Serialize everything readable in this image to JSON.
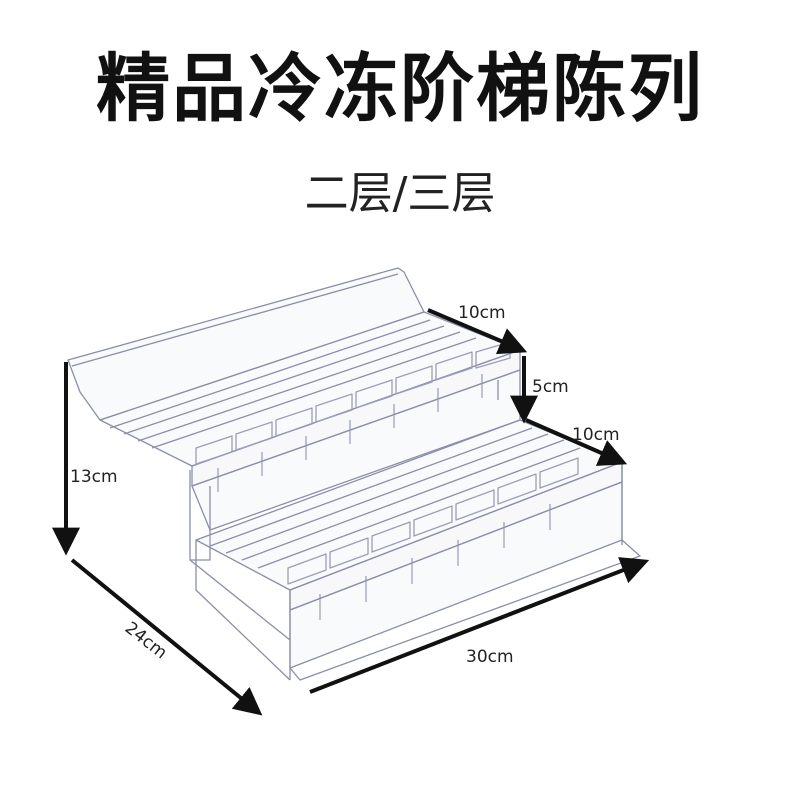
{
  "title": "精品冷冻阶梯陈列",
  "subtitle": "二层/三层",
  "dimensions": {
    "upper_depth": "10cm",
    "step_height": "5cm",
    "lower_depth": "10cm",
    "total_height": "13cm",
    "depth": "24cm",
    "width": "30cm"
  },
  "colors": {
    "acrylic_stroke": "#8a8fa8",
    "arrow": "#111111",
    "text": "#111111"
  }
}
